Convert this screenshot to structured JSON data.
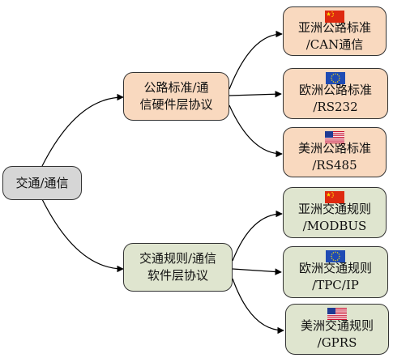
{
  "root": {
    "label": "交通/通信"
  },
  "branches": [
    {
      "line1": "公路标准/通",
      "line2": "信硬件层协议",
      "children": [
        {
          "flag": "china-flag-icon",
          "line1": "亚洲公路标准",
          "line2": "/CAN通信"
        },
        {
          "flag": "eu-flag-icon",
          "line1": "欧洲公路标准",
          "line2": "/RS232"
        },
        {
          "flag": "us-flag-icon",
          "line1": "美洲公路标准",
          "line2": "/RS485"
        }
      ]
    },
    {
      "line1": "交通规则/通信",
      "line2": "软件层协议",
      "children": [
        {
          "flag": "china-flag-icon",
          "line1": "亚洲交通规则",
          "line2": "/MODBUS"
        },
        {
          "flag": "eu-flag-icon",
          "line1": "欧洲交通规则",
          "line2": "/TPC/IP"
        },
        {
          "flag": "us-flag-icon",
          "line1": "美洲交通规则",
          "line2": "/GPRS"
        }
      ]
    }
  ],
  "colors": {
    "root": "#d6d6d6",
    "hardware": "#f9d9bf",
    "software": "#dfe5cf",
    "edge": "#000000"
  }
}
